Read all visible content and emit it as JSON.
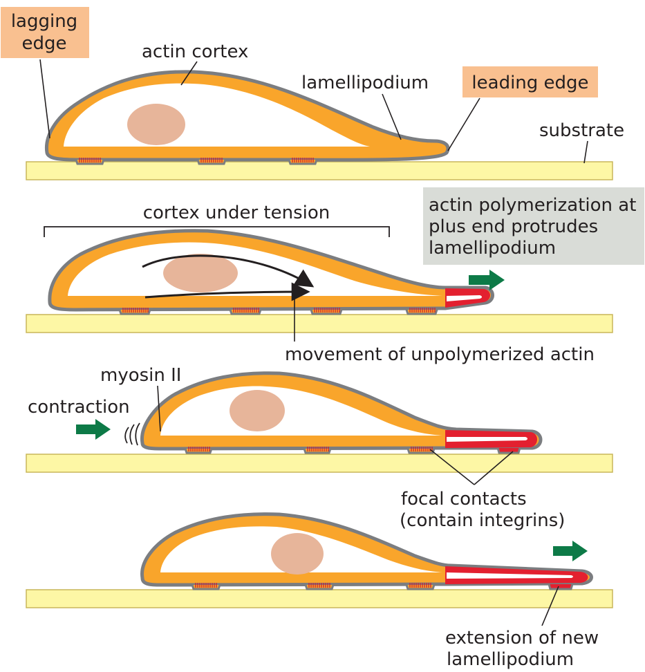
{
  "colors": {
    "cortex": "#f9a52b",
    "outline": "#7b7d80",
    "polymerizing_actin": "#e3202f",
    "nucleus": "#e7b59a",
    "substrate": "#fdf7a5",
    "callout_orange": "#f9c090",
    "callout_gray": "#d9dcd7",
    "arrow_green": "#0d7a47",
    "focal_contact": "#d0202e"
  },
  "labels": {
    "lagging_edge": [
      "lagging",
      "edge"
    ],
    "actin_cortex": "actin cortex",
    "lamellipodium": "lamellipodium",
    "leading_edge": "leading edge",
    "substrate": "substrate",
    "cortex_under_tension": "cortex under tension",
    "actin_polymerization": [
      "actin polymerization at",
      "plus end protrudes",
      "lamellipodium"
    ],
    "movement_unpolymerized": "movement of unpolymerized actin",
    "myosin_ii": "myosin II",
    "contraction": "contraction",
    "focal_contacts": [
      "focal contacts",
      "(contain integrins)"
    ],
    "extension_new": [
      "extension of new",
      "lamellipodium"
    ]
  },
  "icons": [
    "green-arrow-icon",
    "motion-lines-icon",
    "flow-arrow-icon"
  ]
}
